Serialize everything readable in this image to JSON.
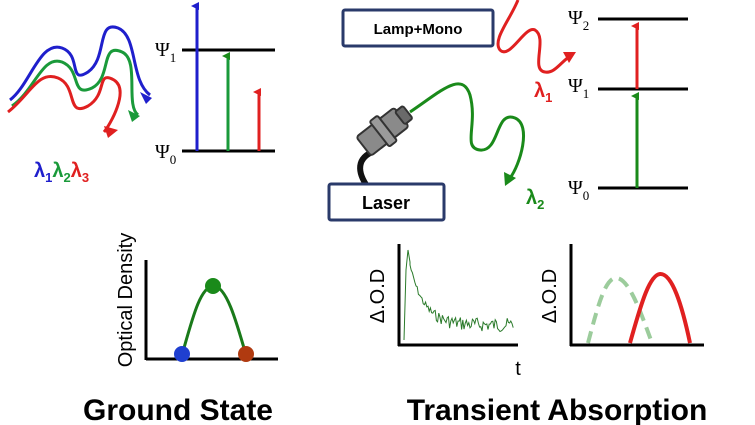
{
  "ground_state": {
    "title": "Ground State",
    "levels": {
      "psi0": {
        "symbol": "Ψ",
        "sub": "0"
      },
      "psi1": {
        "symbol": "Ψ",
        "sub": "1"
      }
    },
    "wavelength_label": [
      {
        "symbol": "λ",
        "sub": "1",
        "color": "#1f1fcc"
      },
      {
        "symbol": "λ",
        "sub": "2",
        "color": "#1a9a3a"
      },
      {
        "symbol": "λ",
        "sub": "3",
        "color": "#e02020"
      }
    ],
    "plot": {
      "ylabel": "Optical Density",
      "points": [
        {
          "color": "#1f3fd0"
        },
        {
          "color": "#1a8a1a"
        },
        {
          "color": "#b03a10"
        }
      ]
    }
  },
  "transient_absorption": {
    "title": "Transient Absorption",
    "lamp_label": "Lamp+Mono",
    "laser_label": "Laser",
    "levels": {
      "psi0": {
        "symbol": "Ψ",
        "sub": "0"
      },
      "psi1": {
        "symbol": "Ψ",
        "sub": "1"
      },
      "psi2": {
        "symbol": "Ψ",
        "sub": "2"
      }
    },
    "lambda1": {
      "symbol": "λ",
      "sub": "1",
      "color": "#e02020"
    },
    "lambda2": {
      "symbol": "λ",
      "sub": "2",
      "color": "#1a8a1a"
    },
    "kinetics_plot": {
      "ylabel": "Δ.O.D",
      "xlabel": "t"
    },
    "spectrum_plot": {
      "ylabel": "Δ.O.D"
    }
  },
  "colors": {
    "blue": "#1f1fcc",
    "green": "#1a8a1a",
    "red": "#e02020",
    "light_green": "#9ccc9c",
    "box_border": "#2a3a6a",
    "black": "#000000"
  }
}
